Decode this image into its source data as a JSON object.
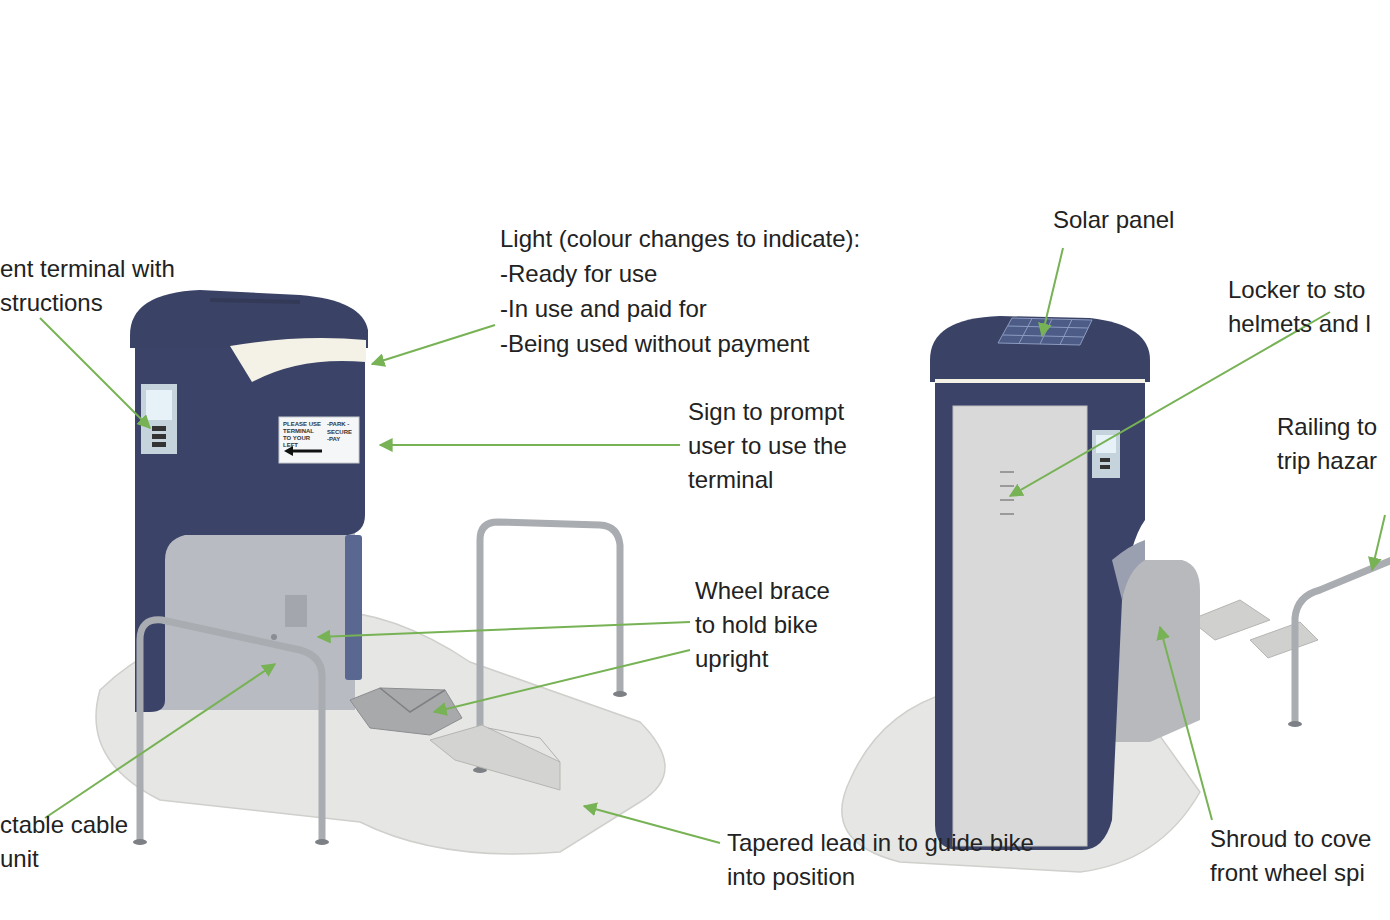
{
  "diagram": {
    "labels": [
      "ent terminal with structions",
      "Light (colour changes to indicate):",
      "-Ready for use",
      "-In use and paid for",
      "-Being used without payment",
      "Sign to prompt user to use the terminal",
      "Wheel brace to hold bike upright",
      "ctable cable unit",
      "Tapered lead in to guide bike into position",
      "Solar panel",
      "Locker to sto helmets and l",
      "Railing to trip hazar",
      "Shroud to cove front wheel spi",
      "PLEASE USE TERMINAL TO YOUR LEFT",
      "-PARK -SECURE -PAY"
    ]
  }
}
